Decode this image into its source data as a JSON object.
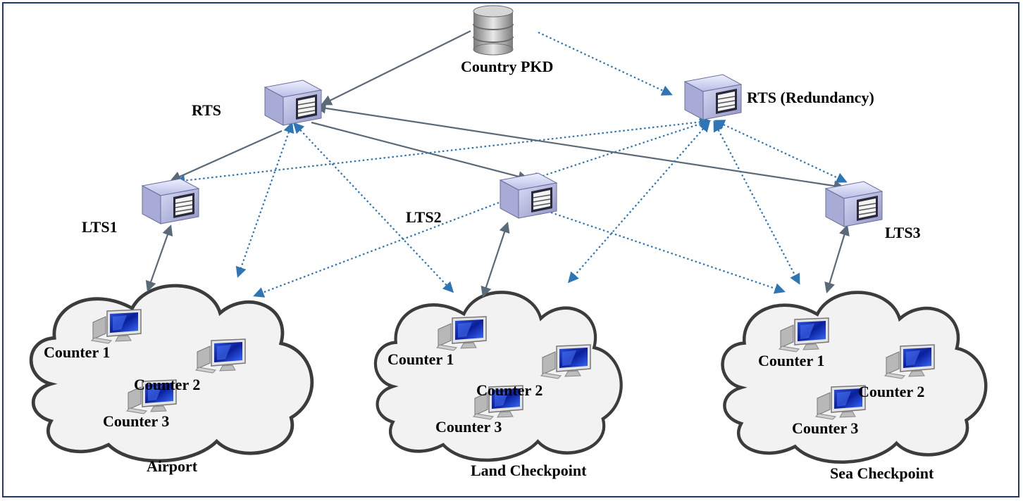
{
  "nodes": {
    "country_pkd": "Country PKD",
    "rts": "RTS",
    "rts_redundancy": "RTS (Redundancy)",
    "lts1": "LTS1",
    "lts2": "LTS2",
    "lts3": "LTS3"
  },
  "sites": [
    {
      "name": "Airport",
      "counters": [
        "Counter 1",
        "Counter 2",
        "Counter 3"
      ]
    },
    {
      "name": "Land Checkpoint",
      "counters": [
        "Counter 1",
        "Counter 2",
        "Counter 3"
      ]
    },
    {
      "name": "Sea Checkpoint",
      "counters": [
        "Counter 1",
        "Counter 2",
        "Counter 3"
      ]
    }
  ],
  "colors": {
    "solid_link": "#5a6a78",
    "dotted_link": "#2e75b6",
    "frame": "#1f3a6e",
    "cloud_fill": "#f2f2f2",
    "cloud_stroke": "#3c3c3c"
  },
  "icons": {
    "database": "database-icon",
    "server": "server-icon",
    "computer": "computer-icon"
  }
}
